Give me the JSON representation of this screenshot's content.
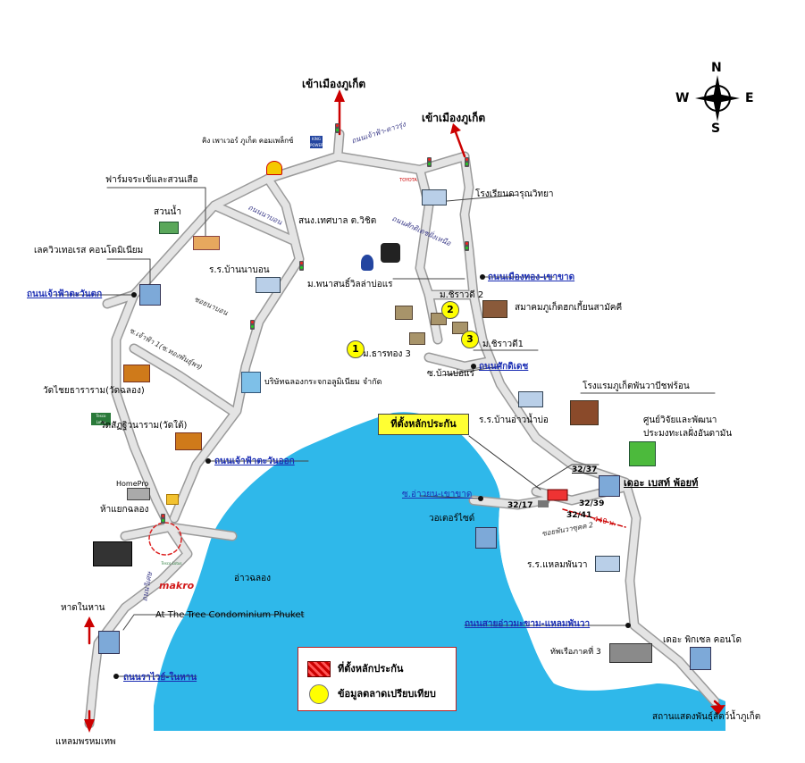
{
  "colors": {
    "sea": "#2fb8ea",
    "road_fill": "#e4e4e4",
    "road_edge": "#9a9a9a",
    "label_blue": "#1c2fb4",
    "legend_red": "#cc0000",
    "marker_yellow": "#ffff00"
  },
  "compass": {
    "n": "N",
    "s": "S",
    "e": "E",
    "w": "W"
  },
  "labels": {
    "to_phuket_1": "เข้าเมืองภูเก็ต",
    "to_phuket_2": "เข้าเมืองภูเก็ต",
    "king_power": "คิง เพาเวอร์ ภูเก็ต คอมเพล็กซ์",
    "farm": "ฟาร์มจระเข้และสวนเสือ",
    "suan_nam": "สวนน้ำ",
    "lake_view": "เลควิวเทอเรส คอนโดมิเนียม",
    "school_darun": "โรงเรียนดารุณวิทยา",
    "municipal": "สนง.เทศบาล ต.วิชิต",
    "rr_ban_nabon": "ร.ร.บ้านนาบอน",
    "phanason": "ม.พนาสนธิ์วิลล่าบ่อแร",
    "chirawadee2": "ม.ชิราวดี 2",
    "samakhom": "สมาคมภูเก็ตฮกเกี้ยนสามัคคี",
    "chirawadee1": "ม.ชิราวดี1",
    "thanthong3": "ม.ธารทอง 3",
    "wat_chaithararam": "วัดไชยธาราราม(วัดฉลอง)",
    "company_granite": "บริษัทฉลองกระจกอลูมิเนียม จำกัด",
    "wat_kittisangkharam": "วัดสัฏฐิวนาราม(วัดใต้)",
    "rr_ban_ao_yon": "ร.ร.บ้านอ่าวน้ำบ่อ",
    "hotel": "โรงแรมภูเก็ตพันวาบีชฟร้อน",
    "research": "ศูนย์วิจัยและพัฒนา",
    "research2": "ประมงทะเลฝั่งอันดามัน",
    "the_best_point": "เดอะ เบสท์ พ้อยท์",
    "homepro": "HomePro",
    "chalong_circle": "ห้าแยกฉลอง",
    "ao_chalong": "อ่าวฉลอง",
    "tree_condo": "At The Tree Condominium Phuket",
    "nai_harn": "หาดในหาน",
    "promthep": "แหลมพรหมเทพ",
    "water_tower": "วอเตอร์ไซด์",
    "rr_laem_panwa": "ร.ร.แหลมพันวา",
    "naval": "ทัพเรือภาคที่ 3",
    "pixel_condo": "เดอะ พิกเซล คอนโด",
    "aquarium": "สถานแสดงพันธุ์สัตว์น้ำภูเก็ต",
    "makro": "makro",
    "tesco": "Tesco Lotus",
    "toyota": "TOYOTA",
    "king_logo": "KING POWER",
    "tesco2": "Tesco Lotus"
  },
  "roads": {
    "chao_fa_west": "ถนนเจ้าฟ้าตะวันตก",
    "chao_fa_east": "ถนนเจ้าฟ้าตะวันออก",
    "mueang_thong": "ถนนเมืองทอง-เขาขาด",
    "sakdidet": "ถนนศักดิเดช",
    "sai_ao_makham": "ถนนสายอ่าวมะขาม-แหลมพันวา",
    "rawai_naiharn": "ถนนราไวย์-ในหาน",
    "chaofa_darung": "ถนนเจ้าฟ้า-ดาวรุ่ง",
    "nabon": "ถนนนาบอน",
    "sakdidet_diag": "ถนนศักดิเดชฝั่งเหนือ",
    "wiset": "ถนนวิเศษ",
    "soi_bannabon": "ซอยนาบอน",
    "soi_chaofa": "ซ.เจ้าฟ้า 1(ซ.ทองพันธุ์พร)",
    "soi_ban_bo_rae": "ซ.บ้านบ่อแร่",
    "soi_ao_yon": "ซ.อ่าวยน-เขาขาด",
    "soi_panwa": "ซอยพันวาซุคค 2"
  },
  "plots": {
    "a": "32/37",
    "b": "32/39",
    "c": "32/17",
    "d": "32/41",
    "distance": "440 ม."
  },
  "callout": "ที่ตั้งหลักประกัน",
  "markers": {
    "m1": "1",
    "m2": "2",
    "m3": "3"
  },
  "legend": {
    "collateral": "ที่ตั้งหลักประกัน",
    "comparables": "ข้อมูลตลาดเปรียบเทียบ"
  }
}
